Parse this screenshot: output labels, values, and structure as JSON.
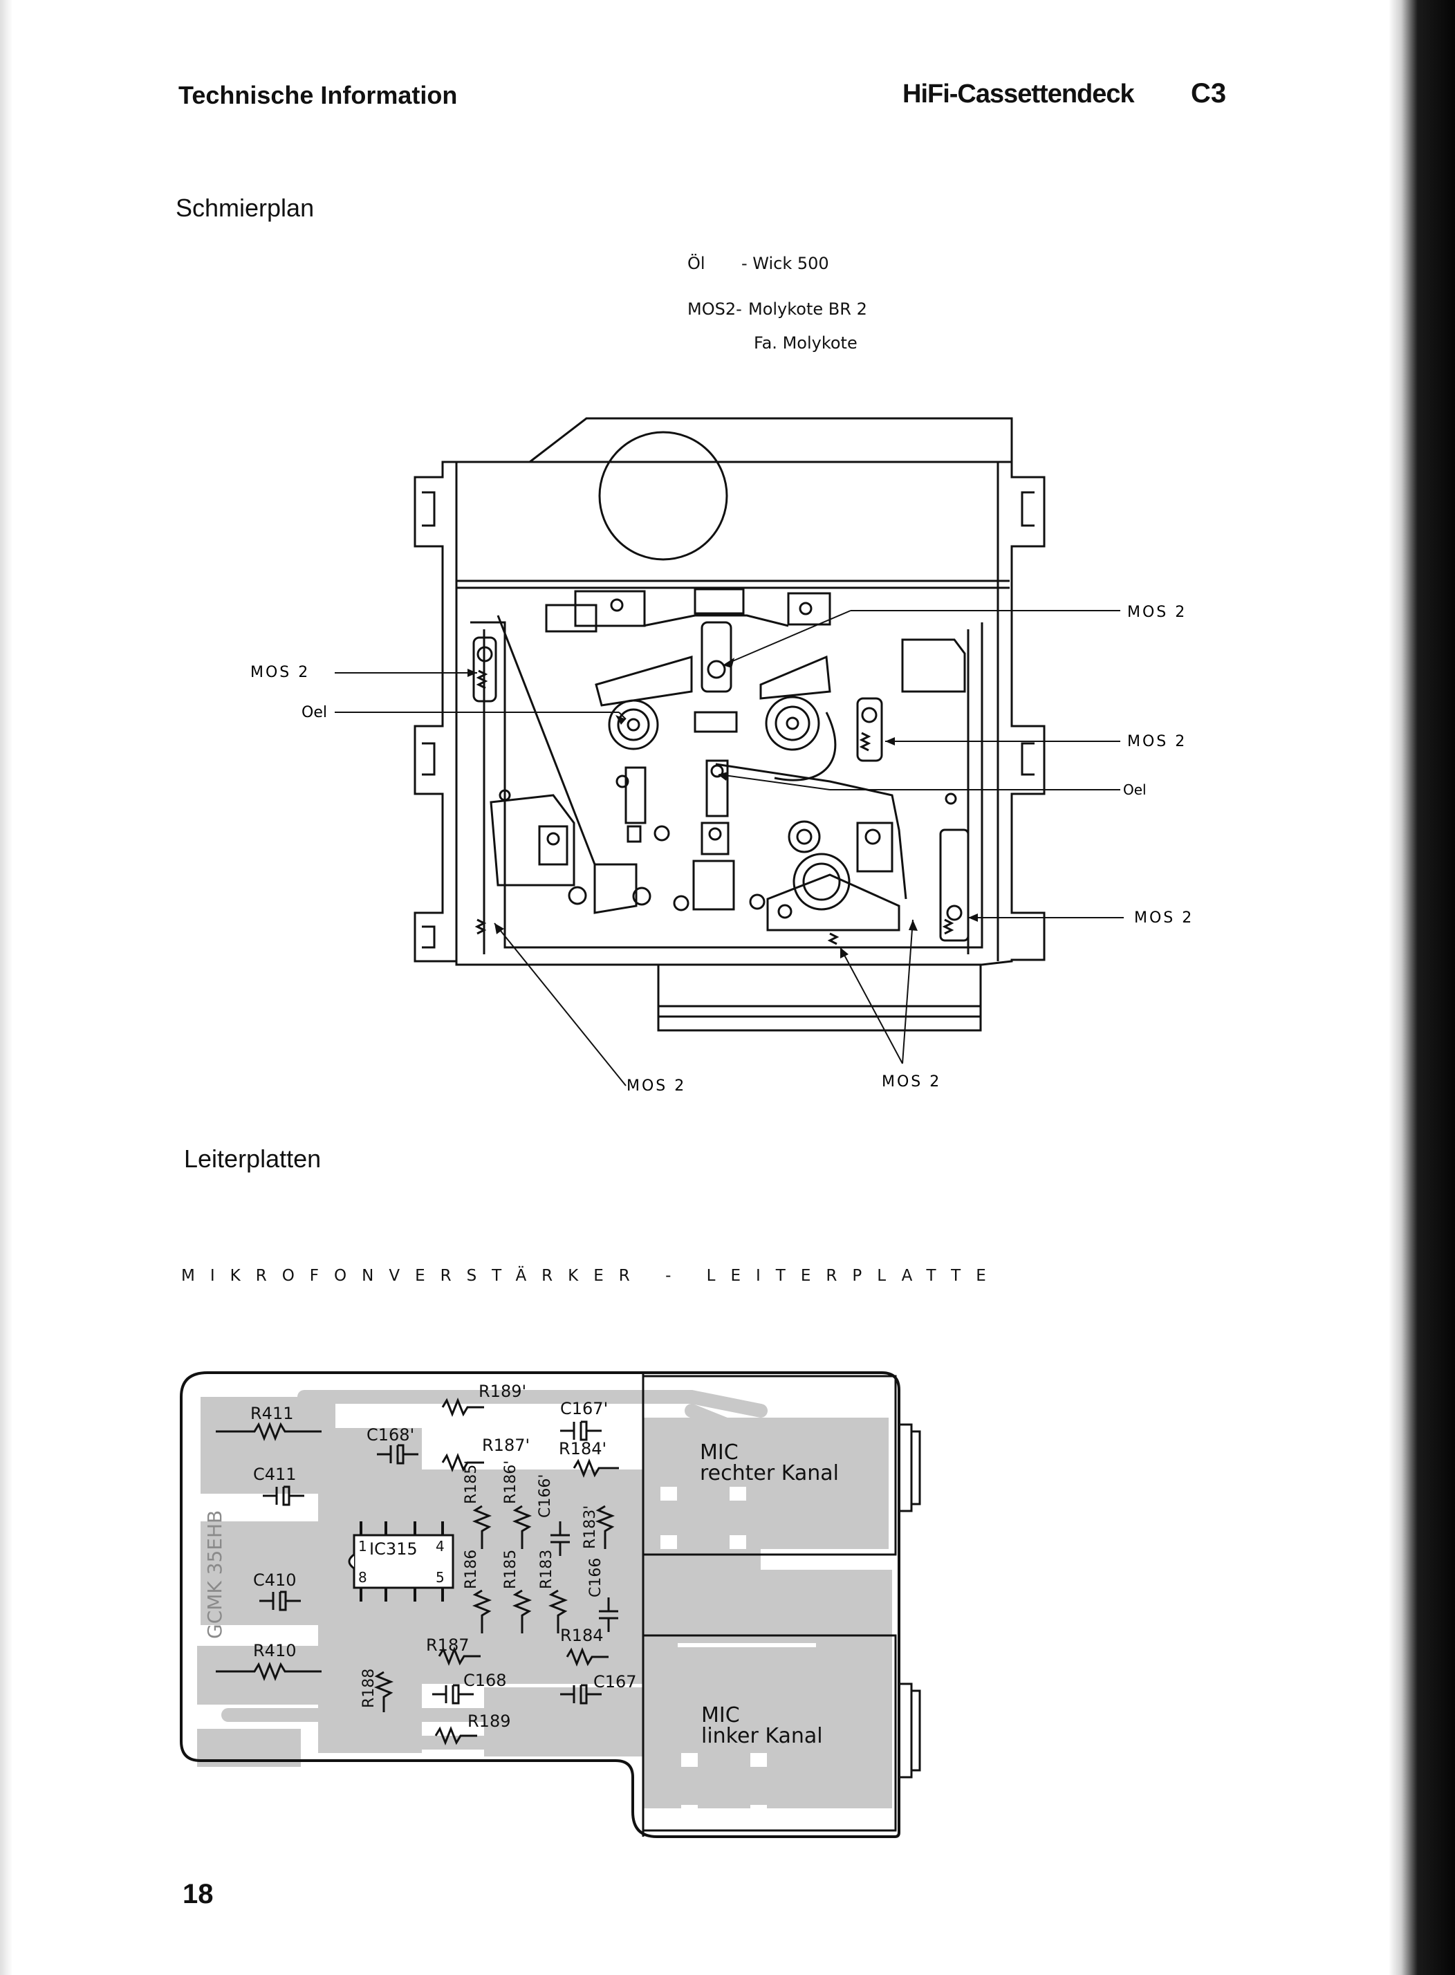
{
  "header": {
    "left": "Technische Information",
    "right_title": "HiFi-Cassettendeck",
    "right_code": "C3"
  },
  "section_lubrication": {
    "title": "Schmierplan",
    "legend": [
      {
        "key": "Öl",
        "value": "- Wick 500"
      },
      {
        "key": "MOS2-",
        "value": "Molykote BR 2"
      },
      {
        "key": "",
        "value": "Fa. Molykote"
      }
    ],
    "labels": {
      "mos_top_right": "MOS 2",
      "mos_left": "MOS 2",
      "oel_left": "Oel",
      "mos_right_mid": "MOS 2",
      "oel_right": "Oel",
      "mos_right_low": "MOS 2",
      "mos_bottom_left": "MOS 2",
      "mos_bottom_mid": "MOS 2"
    }
  },
  "section_pcb": {
    "title": "Leiterplatten",
    "subtitle": "MIKROFONVERSTÄRKER - LEITERPLATTE",
    "board_code": "GCMK 35EHB",
    "components": {
      "r411": "R411",
      "c411": "C411",
      "c410": "C410",
      "r410": "R410",
      "r189p": "R189'",
      "c167p": "C167'",
      "c168p": "C168'",
      "r187p": "R187'",
      "r184p": "R184'",
      "r185p": "R185'",
      "r186p": "R186'",
      "c166p": "C166'",
      "r183p": "R183'",
      "ic": "IC315",
      "pin1": "1",
      "pin4": "4",
      "pin8": "8",
      "pin5": "5",
      "r186": "R186",
      "r185": "R185",
      "r183": "R183",
      "c166": "C166",
      "r187": "R187",
      "r184": "R184",
      "r188": "R188",
      "c168": "C168",
      "c167": "C167",
      "r189": "R189"
    },
    "mic_right": {
      "line1": "MIC",
      "line2": "rechter Kanal"
    },
    "mic_left": {
      "line1": "MIC",
      "line2": "linker Kanal"
    }
  },
  "page_number": "18"
}
